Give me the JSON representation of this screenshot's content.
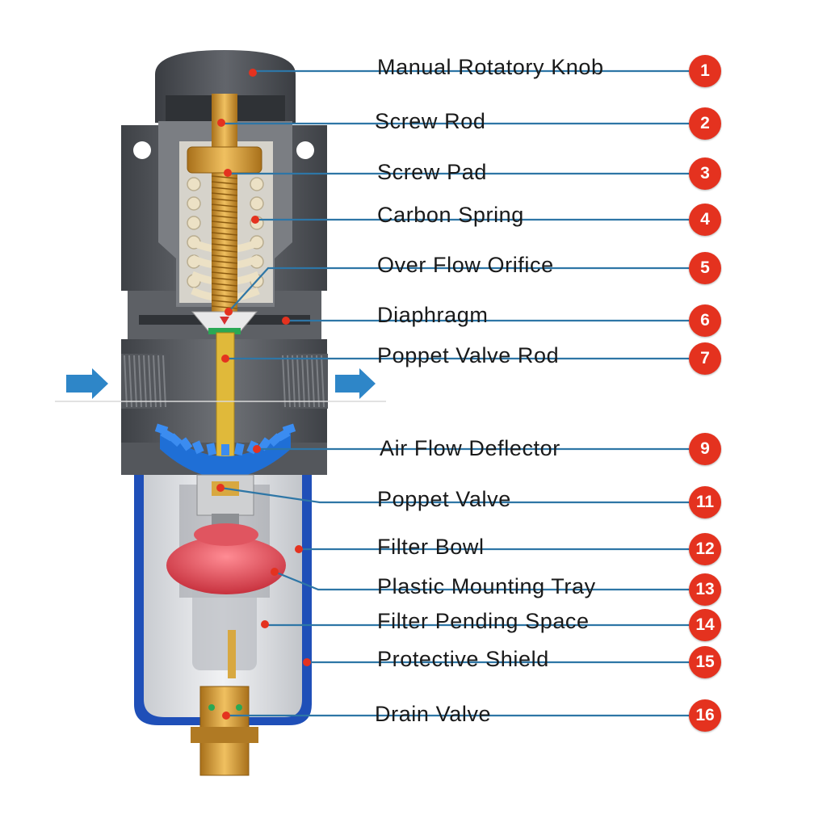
{
  "colors": {
    "leader": "#2e76a6",
    "badge": "#e4321f",
    "dot": "#e4321f",
    "body_dark": "#4a4d52",
    "body_mid": "#6b6e73",
    "spring": "#e8dcc0",
    "brass": "#d39a2a",
    "rod": "#e0b93a",
    "deflector": "#1f6fd6",
    "tray": "#d8404c",
    "bowl": "#1f4fb8",
    "arrow": "#2e86c8"
  },
  "icons": {
    "inlet": "flow-arrow-icon",
    "outlet": "flow-arrow-icon"
  },
  "parts": [
    {
      "num": "1",
      "label": "Manual Rotatory Knob"
    },
    {
      "num": "2",
      "label": "Screw Rod"
    },
    {
      "num": "3",
      "label": "Screw Pad"
    },
    {
      "num": "4",
      "label": "Carbon Spring"
    },
    {
      "num": "5",
      "label": "Over Flow Orifice"
    },
    {
      "num": "6",
      "label": "Diaphragm"
    },
    {
      "num": "7",
      "label": "Poppet Valve Rod"
    },
    {
      "num": "9",
      "label": "Air Flow Deflector"
    },
    {
      "num": "11",
      "label": "Poppet Valve"
    },
    {
      "num": "12",
      "label": "Filter Bowl"
    },
    {
      "num": "13",
      "label": "Plastic Mounting Tray"
    },
    {
      "num": "14",
      "label": "Filter Pending Space"
    },
    {
      "num": "15",
      "label": "Protective Shield"
    },
    {
      "num": "16",
      "label": "Drain Valve"
    }
  ]
}
